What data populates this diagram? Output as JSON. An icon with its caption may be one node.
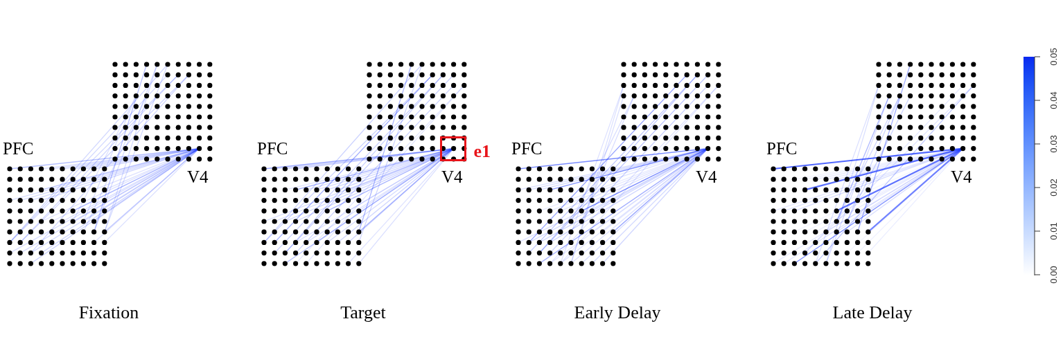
{
  "diagram": {
    "nodes": [
      {
        "text": [
          "PFC"
        ]
      },
      {
        "text": [
          "V4"
        ]
      },
      {
        "text": [
          "PFC"
        ]
      },
      {
        "text": [
          "V4"
        ]
      },
      {
        "text": [
          "e1"
        ],
        "in": 3
      },
      {
        "text": [
          "PFC"
        ]
      },
      {
        "text": [
          "V4"
        ]
      },
      {
        "text": [
          "PFC"
        ]
      },
      {
        "text": [
          "V4"
        ]
      }
    ],
    "labels": [
      "Fixation",
      "Target",
      "Early Delay",
      "Late Delay",
      "0.05",
      "0.04",
      "0.03",
      "0.02",
      "0.01",
      "0.00"
    ]
  }
}
